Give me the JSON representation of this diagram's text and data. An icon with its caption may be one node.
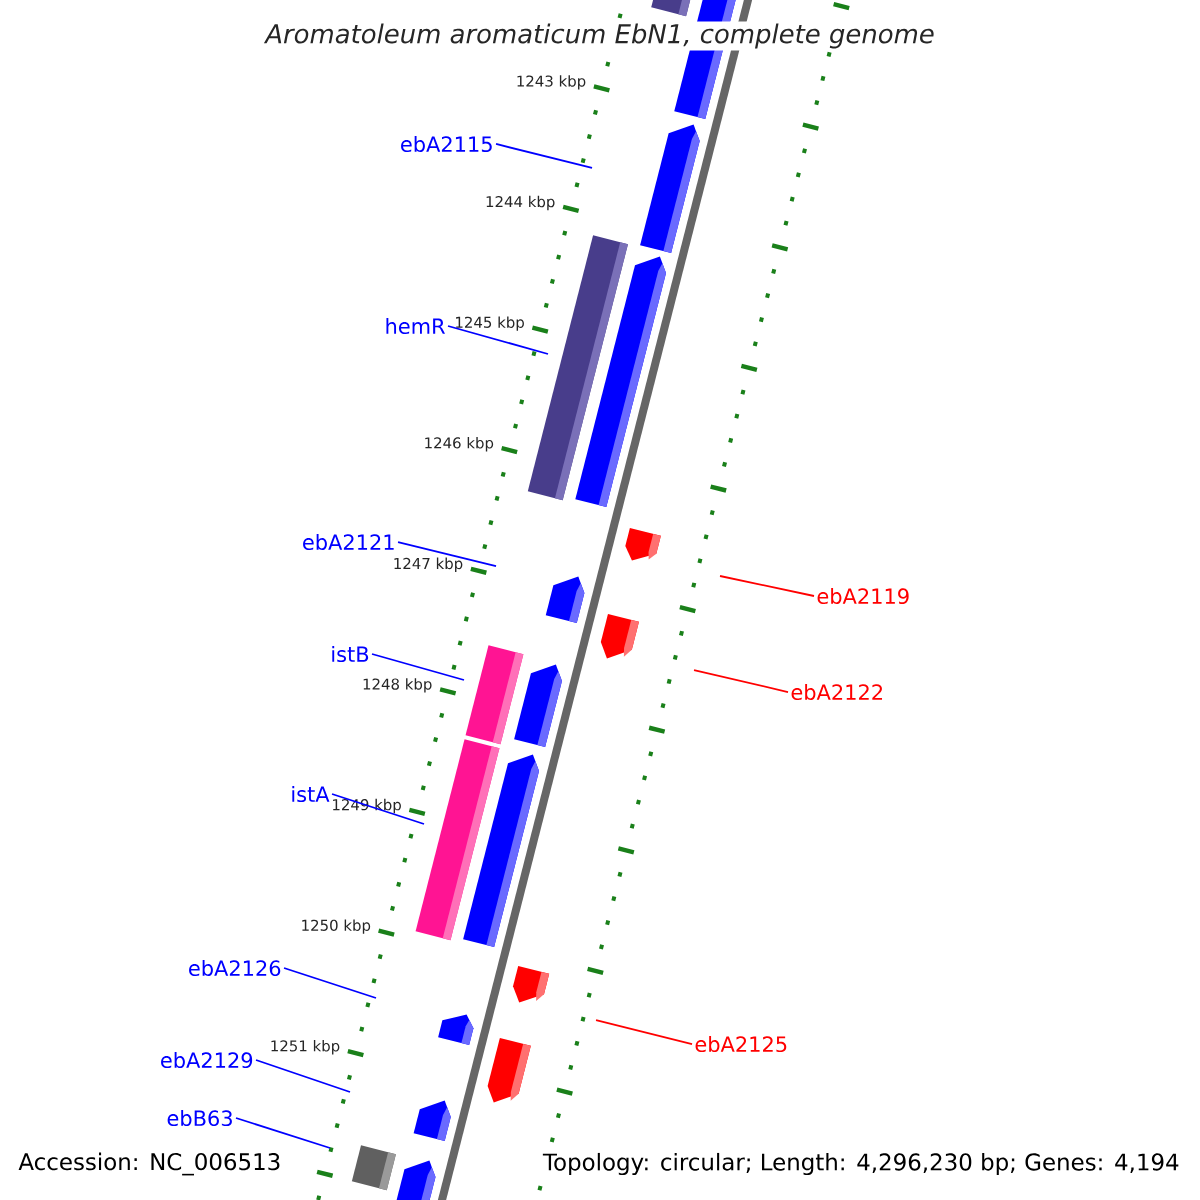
{
  "diagram": {
    "title": "Aromatoleum aromaticum EbN1, complete genome",
    "nodes": [
      {
        "text": [
          "ebA2115"
        ]
      },
      {
        "text": [
          "hemR"
        ]
      },
      {
        "text": [
          "ebA2121"
        ]
      },
      {
        "text": [
          "ebA2119"
        ]
      },
      {
        "text": [
          "istB"
        ]
      },
      {
        "text": [
          "ebA2122"
        ]
      },
      {
        "text": [
          "istA"
        ]
      },
      {
        "text": [
          "ebA2126"
        ]
      },
      {
        "text": [
          "ebA2125"
        ]
      },
      {
        "text": [
          "ebA2129"
        ]
      },
      {
        "text": [
          "ebB63"
        ]
      }
    ],
    "edges": [
      {
        "from": 0,
        "to": null,
        "arrow": "none"
      },
      {
        "from": 1,
        "to": null,
        "arrow": "none"
      },
      {
        "from": 2,
        "to": null,
        "arrow": "none"
      },
      {
        "from": 3,
        "to": null,
        "arrow": "none",
        "color": "#ff0000"
      },
      {
        "from": 4,
        "to": null,
        "arrow": "none"
      },
      {
        "from": 5,
        "to": null,
        "arrow": "none",
        "color": "#ff0000"
      },
      {
        "from": 6,
        "to": null,
        "arrow": "none"
      },
      {
        "from": 7,
        "to": null,
        "arrow": "none"
      },
      {
        "from": 8,
        "to": null,
        "arrow": "none",
        "color": "#ff0000"
      },
      {
        "from": 9,
        "to": null,
        "arrow": "none"
      },
      {
        "from": 10,
        "to": null,
        "arrow": "none"
      }
    ],
    "labels": [
      "1243 kbp",
      "1244 kbp",
      "1245 kbp",
      "1246 kbp",
      "1247 kbp",
      "1248 kbp",
      "1249 kbp",
      "1250 kbp",
      "1251 kbp",
      "Accession: NC_006513",
      "Topology: circular; Length: 4,296,230 bp; Genes: 4,194"
    ]
  }
}
